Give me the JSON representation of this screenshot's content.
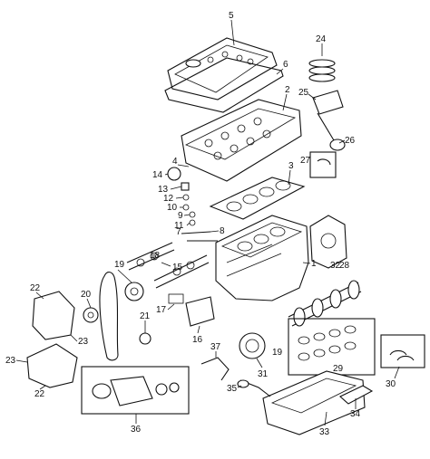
{
  "callouts": {
    "c1": "1",
    "c2": "2",
    "c3": "3",
    "c4": "4",
    "c5": "5",
    "c6": "6",
    "c7": "7",
    "c8": "8",
    "c9": "9",
    "c10": "10",
    "c11": "11",
    "c12": "12",
    "c13": "13",
    "c14": "14",
    "c15": "15",
    "c16": "16",
    "c17": "17",
    "c18": "18",
    "c19a": "19",
    "c19b": "19",
    "c20": "20",
    "c21": "21",
    "c22a": "22",
    "c22b": "22",
    "c23a": "23",
    "c23b": "23",
    "c24": "24",
    "c25": "25",
    "c26": "26",
    "c27": "27",
    "c28": "28",
    "c29": "29",
    "c30": "30",
    "c31": "31",
    "c32": "32",
    "c33": "33",
    "c34": "34",
    "c35": "35",
    "c36": "36",
    "c37": "37"
  }
}
